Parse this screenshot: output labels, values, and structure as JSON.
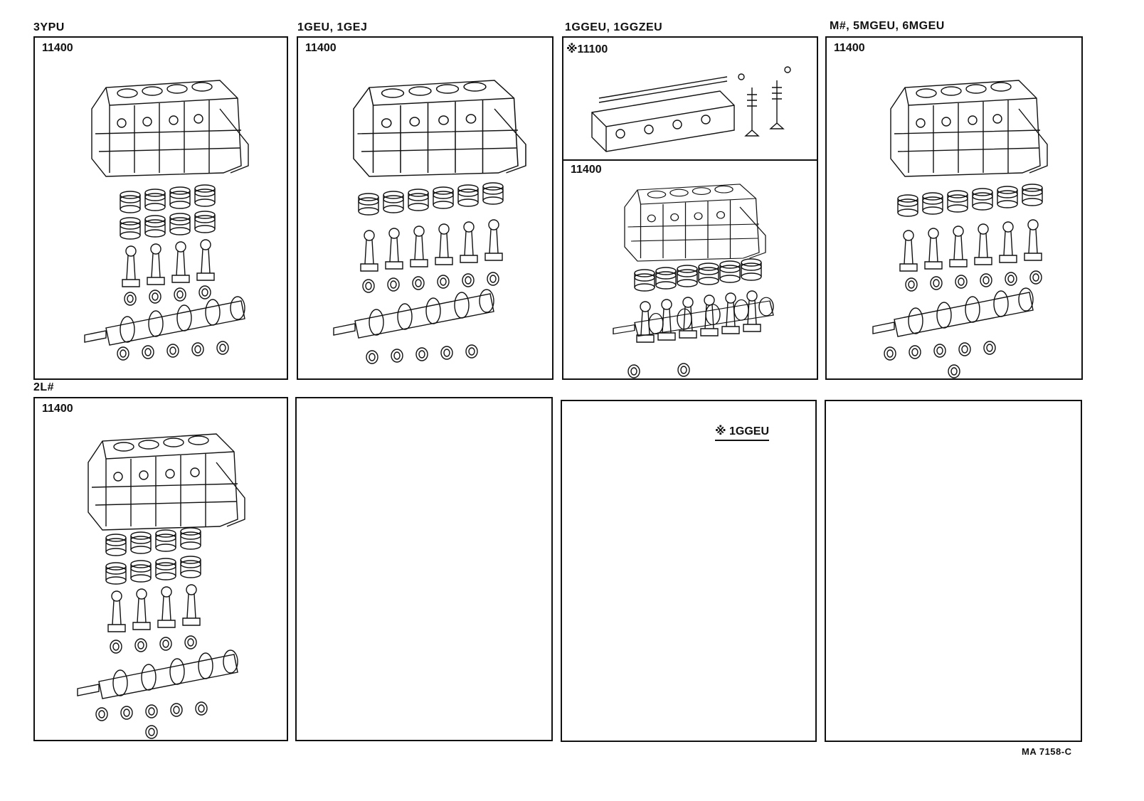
{
  "headers": {
    "col1": "3YPU",
    "col2": "1GEU, 1GEJ",
    "col3": "1GGEU, 1GGZEU",
    "col4": "M#, 5MGEU, 6MGEU",
    "row2col1": "2L#"
  },
  "panels": {
    "p3ypu": {
      "part": "11400"
    },
    "p1geu": {
      "part": "11400"
    },
    "p1ggeu_head": {
      "part": "※11100"
    },
    "p1ggeu_block": {
      "part": "11400"
    },
    "p5mgeu": {
      "part": "11400"
    },
    "p2l": {
      "part": "11400"
    }
  },
  "note": "※ 1GGEU",
  "code": "MA 7158-C"
}
